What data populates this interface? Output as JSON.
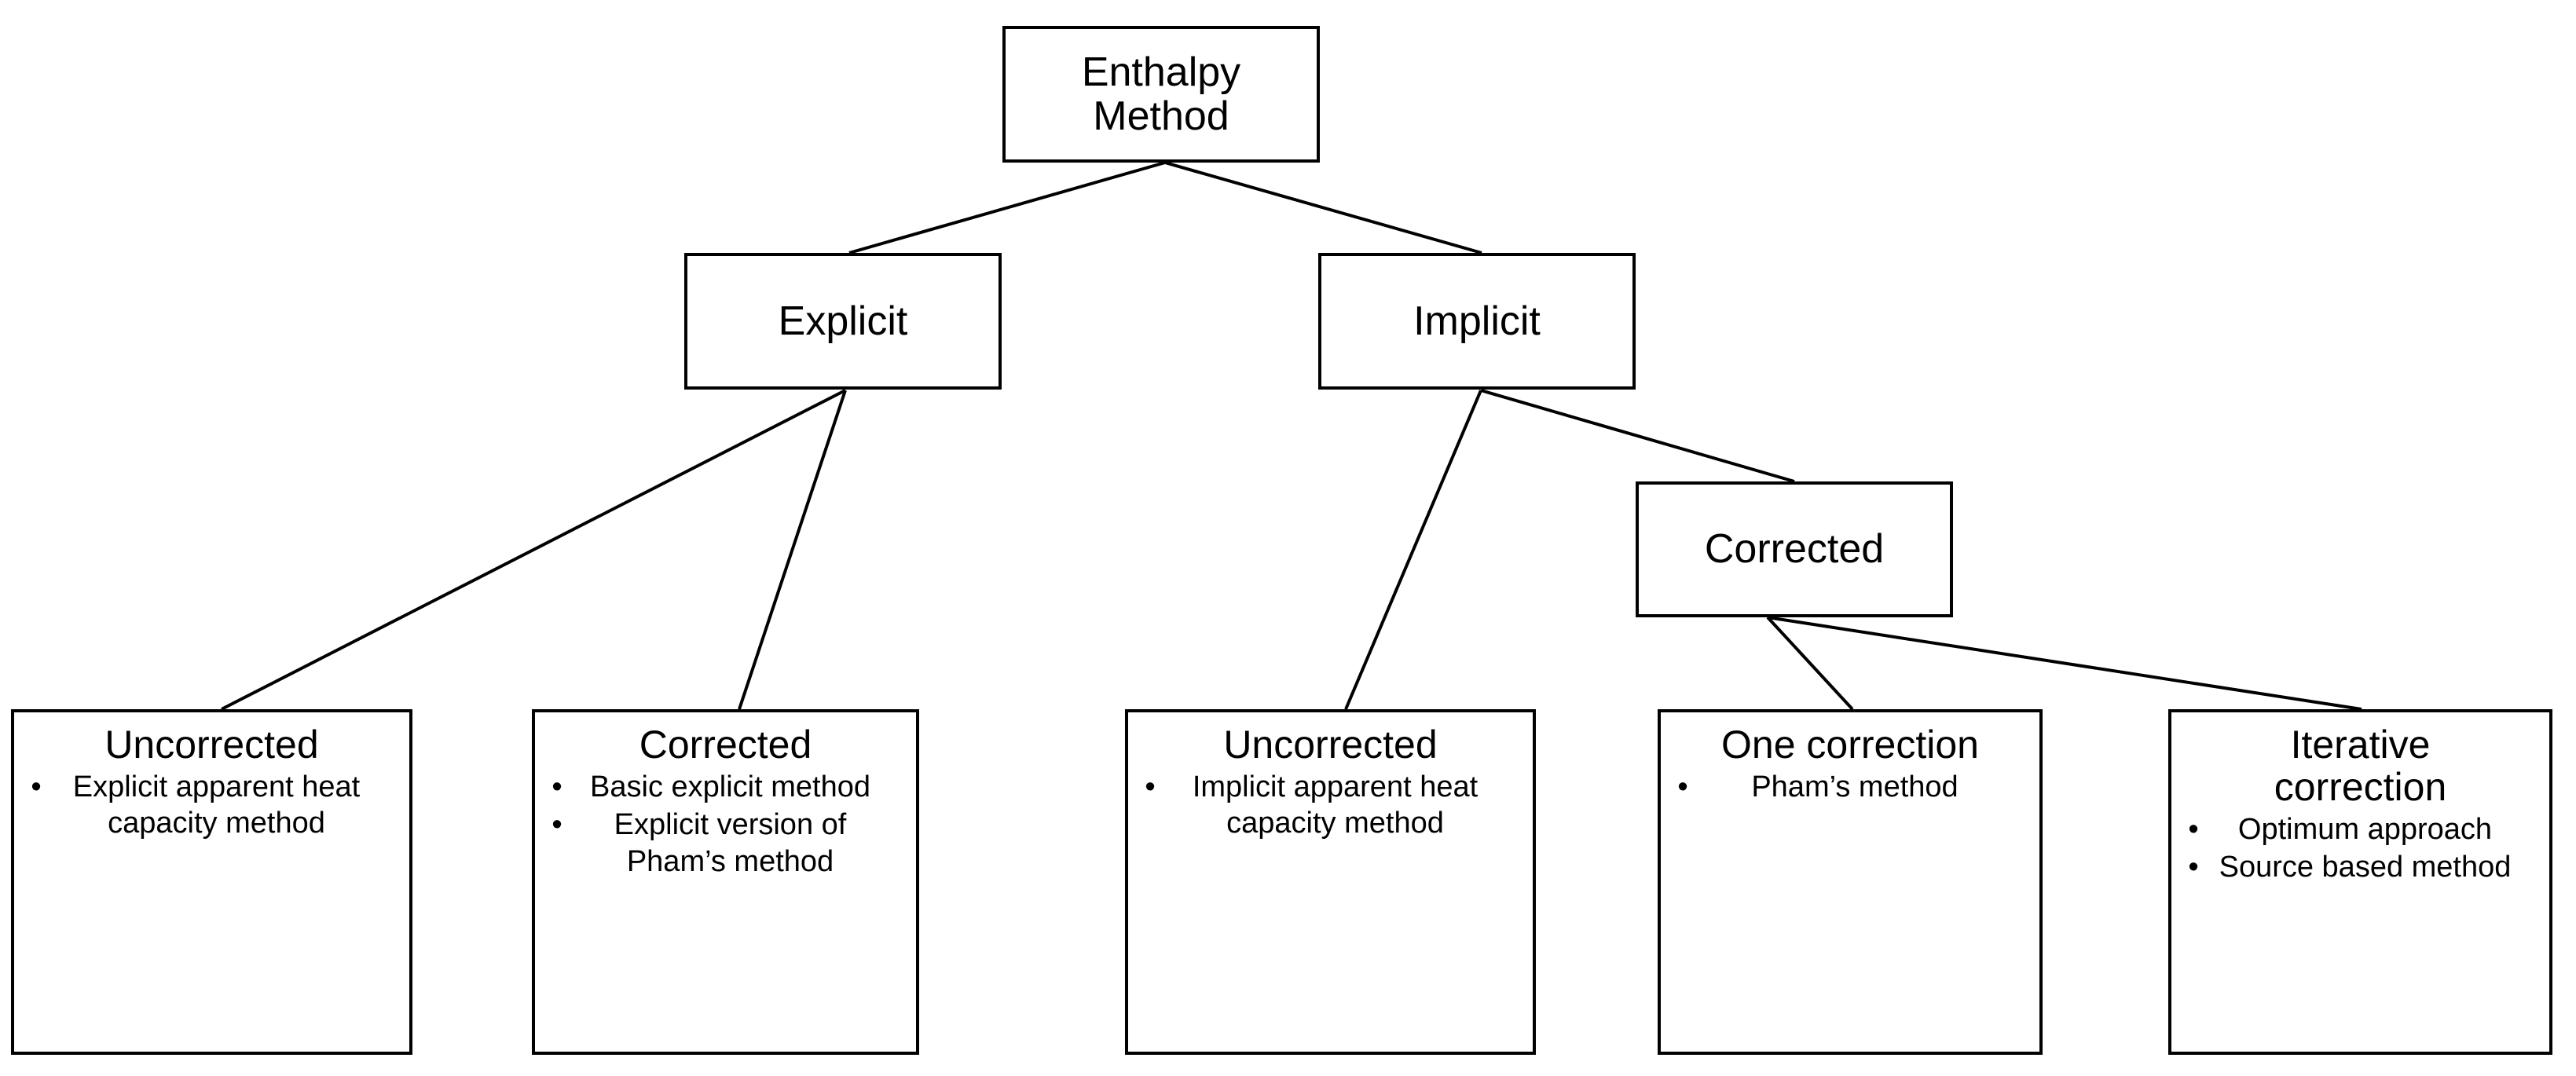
{
  "diagram": {
    "title": "Enthalpy Method classification tree",
    "stroke_color": "#000000",
    "background_color": "#ffffff",
    "bullet_glyph": "•"
  },
  "nodes": {
    "root": {
      "label": "Enthalpy\nMethod",
      "bullets": []
    },
    "explicit": {
      "label": "Explicit",
      "bullets": []
    },
    "implicit": {
      "label": "Implicit",
      "bullets": []
    },
    "implicit_corrected": {
      "label": "Corrected",
      "bullets": []
    },
    "explicit_uncorrected": {
      "label": "Uncorrected",
      "bullets": [
        "Explicit apparent heat capacity method"
      ]
    },
    "explicit_corrected": {
      "label": "Corrected",
      "bullets": [
        "Basic explicit method",
        "Explicit version of Pham’s method"
      ]
    },
    "implicit_uncorrected": {
      "label": "Uncorrected",
      "bullets": [
        "Implicit apparent heat capacity method"
      ]
    },
    "one_correction": {
      "label": "One correction",
      "bullets": [
        "Pham’s method"
      ]
    },
    "iterative_correction": {
      "label": "Iterative correction",
      "bullets": [
        "Optimum approach",
        "Source based method"
      ]
    }
  },
  "edges": [
    {
      "from": "root",
      "to": "explicit"
    },
    {
      "from": "root",
      "to": "implicit"
    },
    {
      "from": "explicit",
      "to": "explicit_uncorrected"
    },
    {
      "from": "explicit",
      "to": "explicit_corrected"
    },
    {
      "from": "implicit",
      "to": "implicit_uncorrected"
    },
    {
      "from": "implicit",
      "to": "implicit_corrected"
    },
    {
      "from": "implicit_corrected",
      "to": "one_correction"
    },
    {
      "from": "implicit_corrected",
      "to": "iterative_correction"
    }
  ]
}
